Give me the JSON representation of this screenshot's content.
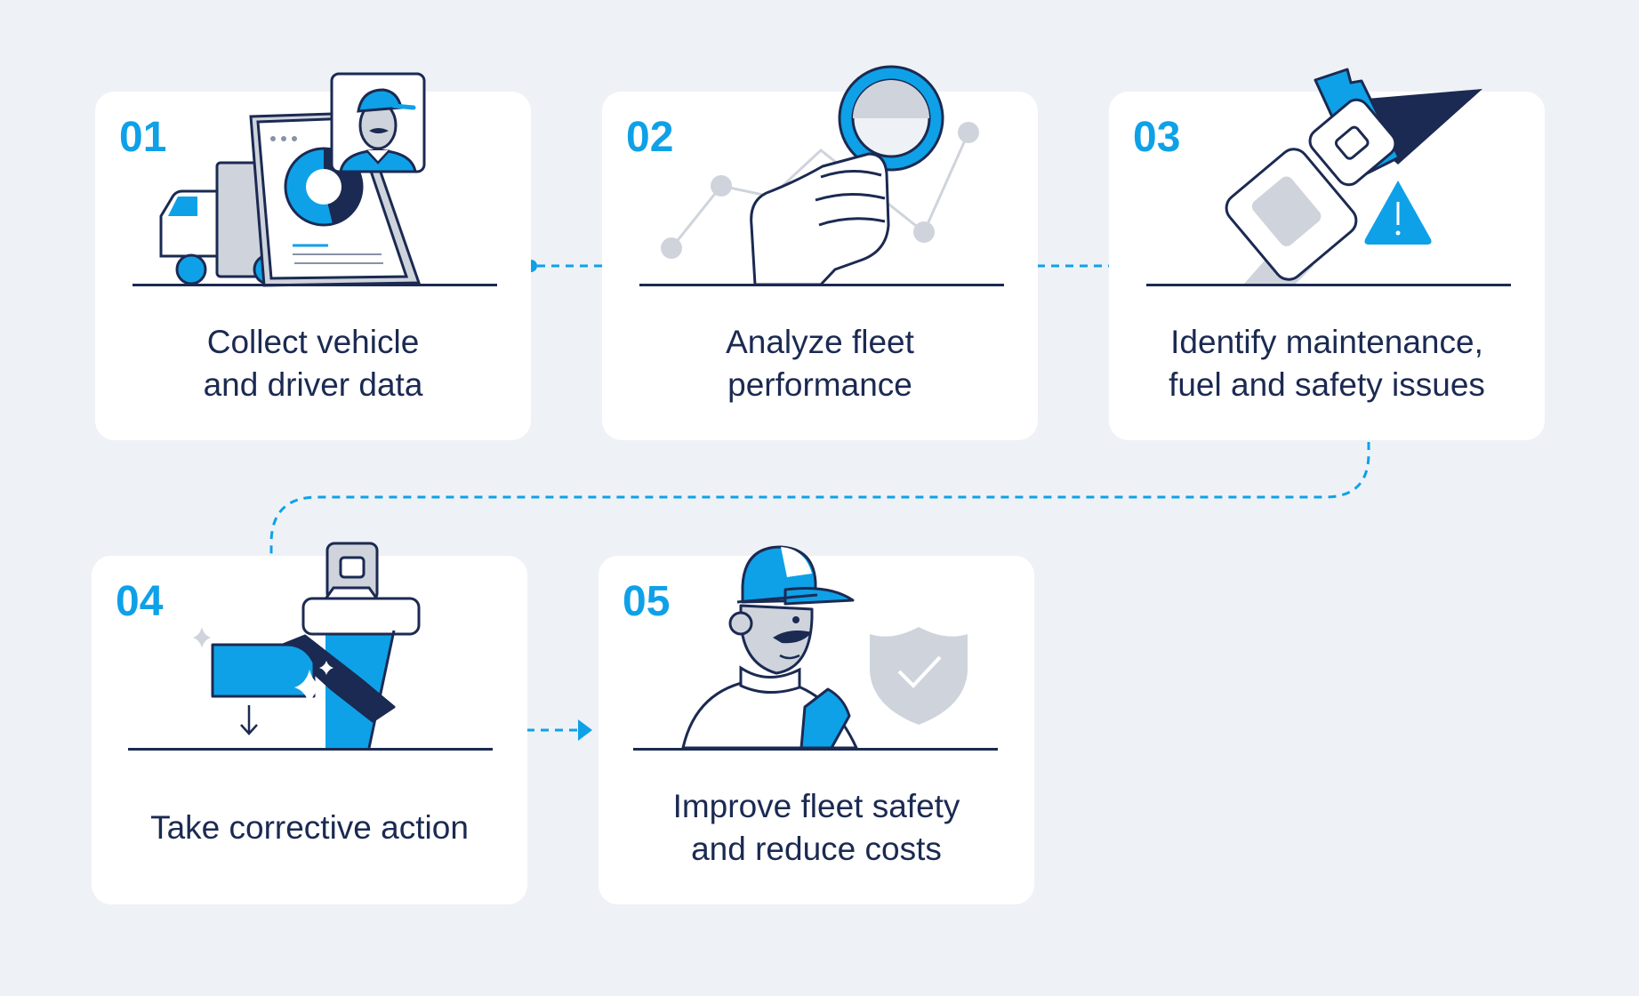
{
  "steps": [
    {
      "number": "01",
      "caption_lines": [
        "Collect vehicle",
        "and driver data"
      ]
    },
    {
      "number": "02",
      "caption_lines": [
        "Analyze fleet",
        "performance"
      ]
    },
    {
      "number": "03",
      "caption_lines": [
        "Identify maintenance,",
        "fuel and safety issues"
      ]
    },
    {
      "number": "04",
      "caption_lines": [
        "Take corrective action"
      ]
    },
    {
      "number": "05",
      "caption_lines": [
        "Improve fleet safety",
        "and reduce costs"
      ]
    }
  ],
  "icons": [
    "truck-icon",
    "tablet-chart-icon",
    "driver-avatar-icon",
    "magnifier-hand-icon",
    "line-graph-icon",
    "seatbelt-icon",
    "warning-icon",
    "seatbelt-buckle-icon",
    "sparkle-icon",
    "driver-icon",
    "shield-check-icon"
  ],
  "colors": {
    "accent": "#0ea1e8",
    "navy": "#1b2a52",
    "gray": "#cfd4dc",
    "background": "#eef2f6"
  }
}
